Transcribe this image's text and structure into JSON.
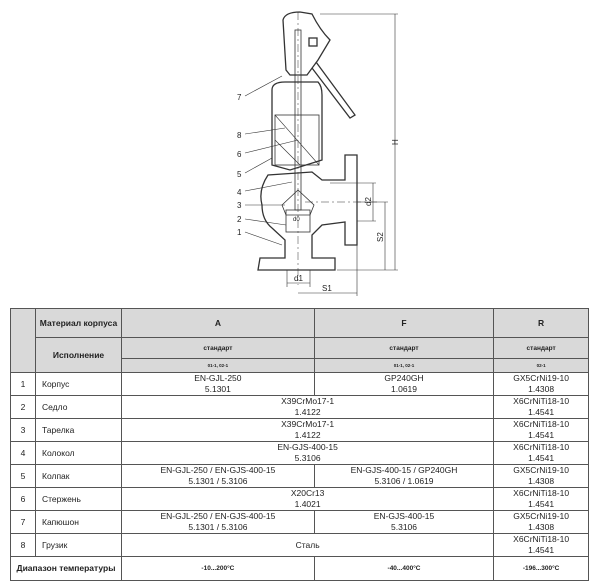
{
  "drawing": {
    "part_labels": [
      "7",
      "8",
      "6",
      "5",
      "4",
      "3",
      "2",
      "1"
    ],
    "dimensions": {
      "H": "H",
      "d2": "d2",
      "S2": "S2",
      "d0": "d0",
      "d1": "d1",
      "S1": "S1"
    }
  },
  "table": {
    "header": {
      "material_label": "Материал корпуса",
      "execution_label": "Исполнение",
      "columns": [
        {
          "material": "A",
          "standard": "стандарт",
          "codes": "01-1, 02-1"
        },
        {
          "material": "F",
          "standard": "стандарт",
          "codes": "01-1, 02-1"
        },
        {
          "material": "R",
          "standard": "стандарт",
          "codes": "02-1"
        }
      ]
    },
    "rows": [
      {
        "num": "1",
        "name": "Корпус",
        "A": [
          "EN-GJL-250",
          "5.1301"
        ],
        "F": [
          "GP240GH",
          "1.0619"
        ],
        "R": [
          "GX5CrNi19-10",
          "1.4308"
        ]
      },
      {
        "num": "2",
        "name": "Седло",
        "AF": [
          "X39CrMo17-1",
          "1.4122"
        ],
        "R": [
          "X6CrNiTi18-10",
          "1.4541"
        ]
      },
      {
        "num": "3",
        "name": "Тарелка",
        "AF": [
          "X39CrMo17-1",
          "1.4122"
        ],
        "R": [
          "X6CrNiTi18-10",
          "1.4541"
        ]
      },
      {
        "num": "4",
        "name": "Колокол",
        "AF": [
          "EN-GJS-400-15",
          "5.3106"
        ],
        "R": [
          "X6CrNiTi18-10",
          "1.4541"
        ]
      },
      {
        "num": "5",
        "name": "Колпак",
        "A": [
          "EN-GJL-250 / EN-GJS-400-15",
          "5.1301 / 5.3106"
        ],
        "F": [
          "EN-GJS-400-15 / GP240GH",
          "5.3106 / 1.0619"
        ],
        "R": [
          "GX5CrNi19-10",
          "1.4308"
        ]
      },
      {
        "num": "6",
        "name": "Стержень",
        "AF": [
          "X20Cr13",
          "1.4021"
        ],
        "R": [
          "X6CrNiTi18-10",
          "1.4541"
        ]
      },
      {
        "num": "7",
        "name": "Капюшон",
        "A": [
          "EN-GJL-250 / EN-GJS-400-15",
          "5.1301 / 5.3106"
        ],
        "F": [
          "EN-GJS-400-15",
          "5.3106"
        ],
        "R": [
          "GX5CrNi19-10",
          "1.4308"
        ]
      },
      {
        "num": "8",
        "name": "Грузик",
        "AF": [
          "Сталь"
        ],
        "R": [
          "X6CrNiTi18-10",
          "1.4541"
        ]
      }
    ],
    "temperature": {
      "label": "Диапазон температуры",
      "A": "-10...200°C",
      "F": "-40...400°C",
      "R": "-196...300°C"
    }
  }
}
